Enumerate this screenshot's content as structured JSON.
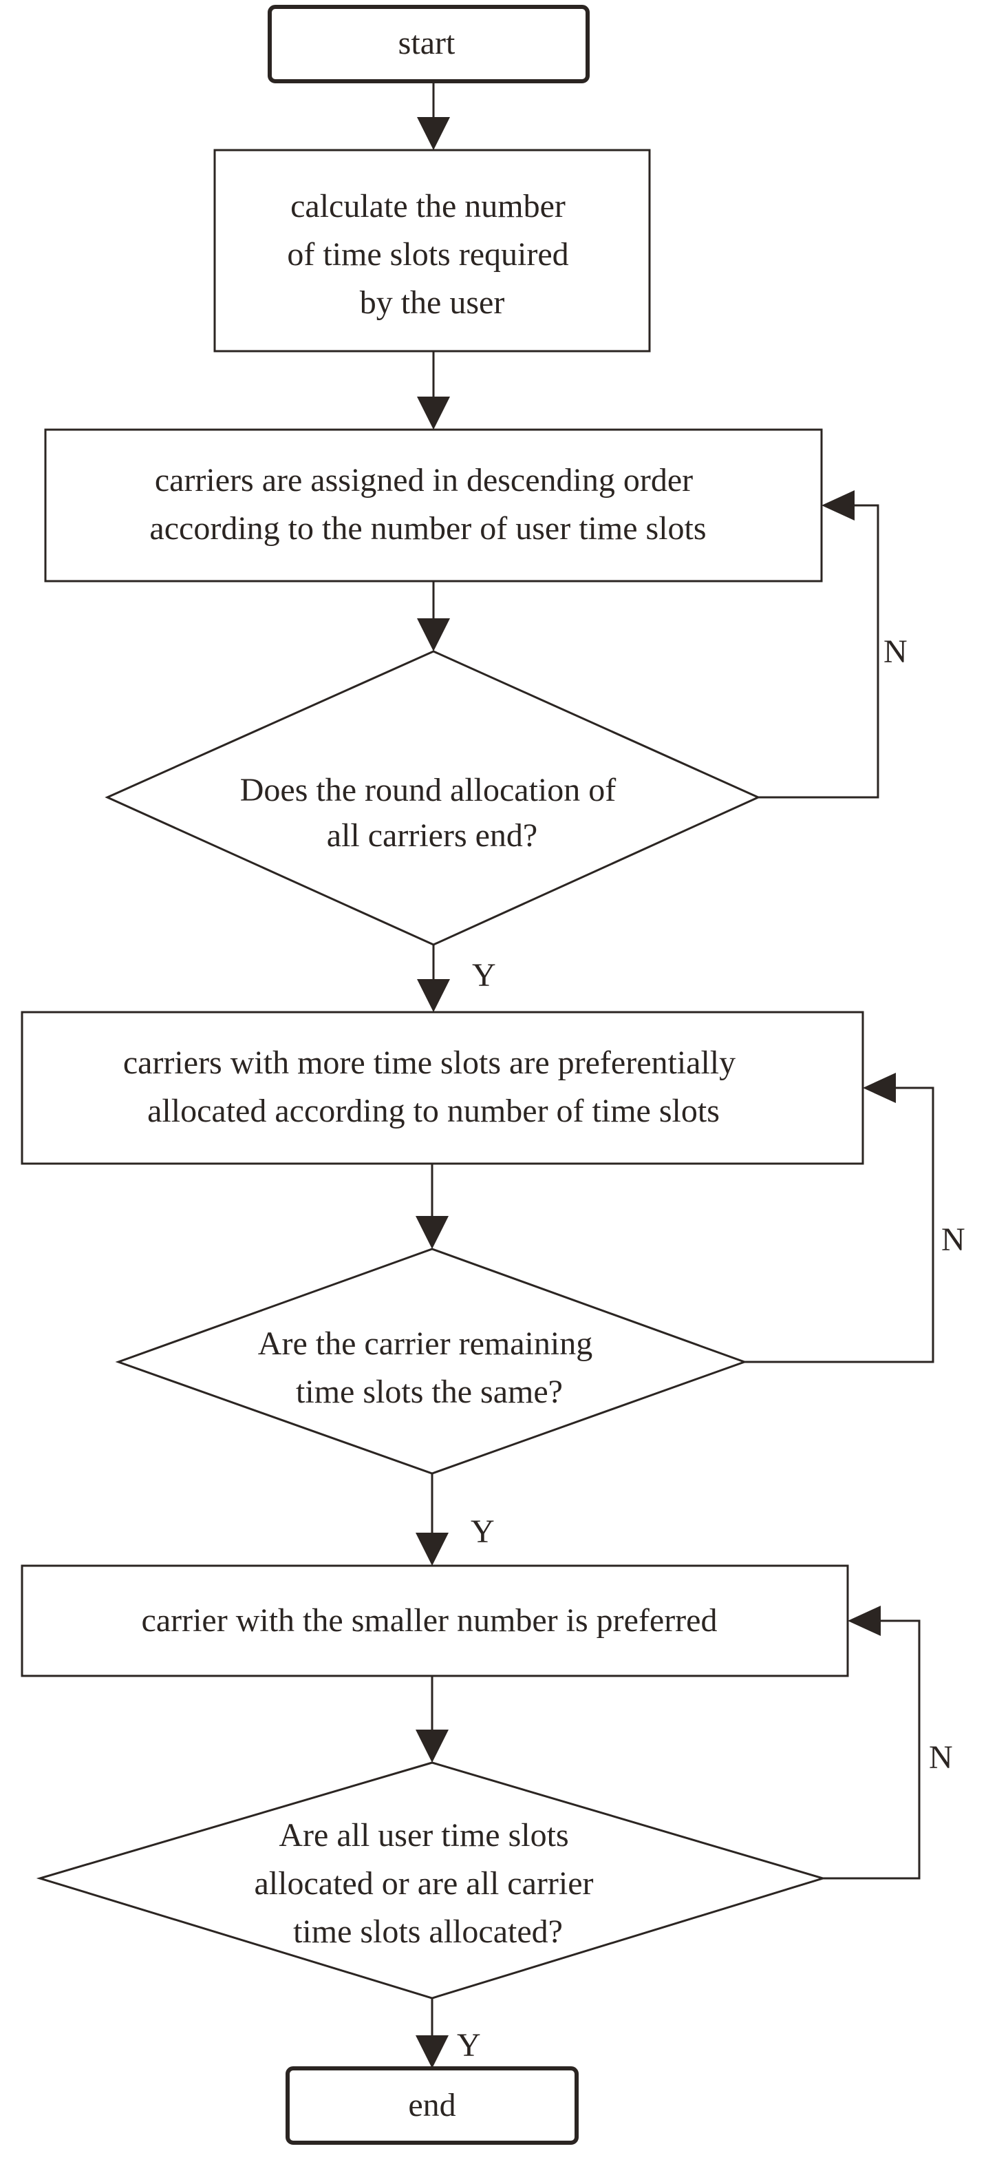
{
  "colors": {
    "stroke": "#2b2522",
    "text": "#2b2522",
    "background": "#ffffff"
  },
  "nodes": {
    "start": {
      "lines": [
        "start"
      ]
    },
    "calc": {
      "lines": [
        "calculate the number",
        "of time slots required",
        "by the user"
      ]
    },
    "assign": {
      "lines": [
        "carriers are assigned in descending order",
        "according to the number of user time slots"
      ]
    },
    "round_end": {
      "lines": [
        "Does the round allocation of",
        "all carriers end?"
      ]
    },
    "pref_more": {
      "lines": [
        "carriers with more time slots are preferentially",
        "allocated according to number of time slots"
      ]
    },
    "same_remaining": {
      "lines": [
        "Are the carrier remaining",
        "time slots the same?"
      ]
    },
    "smaller": {
      "lines": [
        "carrier with the smaller number is preferred"
      ]
    },
    "all_allocated": {
      "lines": [
        "Are all user time slots",
        "allocated or are all carrier",
        "time slots allocated?"
      ]
    },
    "end": {
      "lines": [
        "end"
      ]
    }
  },
  "edge_labels": {
    "yes_1": "Y",
    "no_1": "N",
    "yes_2": "Y",
    "no_2": "N",
    "yes_3": "Y",
    "no_3": "N"
  }
}
